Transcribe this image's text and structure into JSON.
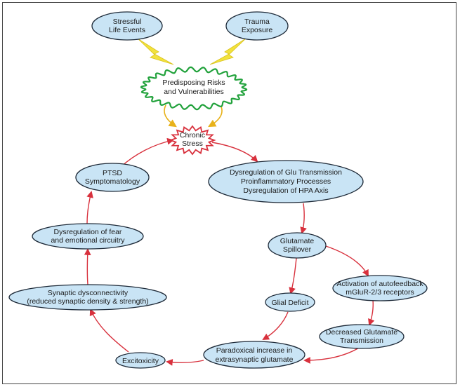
{
  "nodes": {
    "stressful_life_events": [
      "Stressful",
      "Life Events"
    ],
    "trauma_exposure": [
      "Trauma",
      "Exposure"
    ],
    "predisposing": [
      "Predisposing Risks",
      "and Vulnerabilities"
    ],
    "chronic_stress": [
      "Chronic",
      "Stress"
    ],
    "dysregulation_glu": [
      "Dysregulation of Glu Transmission",
      "Proinflammatory Processes",
      "Dysregulation of HPA Axis"
    ],
    "glutamate_spillover": [
      "Glutamate",
      "Spillover"
    ],
    "activation_autofeedback": [
      "Activation of autofeedback",
      "mGluR-2/3 receptors"
    ],
    "glial_deficit": [
      "Glial Deficit"
    ],
    "decreased_glutamate": [
      "Decreased Glutamate",
      "Transmission"
    ],
    "paradoxical_increase": [
      "Paradoxical increase in",
      "extrasynaptic glutamate"
    ],
    "excitoxicity": [
      "Excitoxicity"
    ],
    "synaptic_dysconnectivity": [
      "Synaptic dysconnectivity",
      "(reduced synaptic density & strength)"
    ],
    "dysregulation_fear": [
      "Dysregulation of fear",
      "and emotional circuitry"
    ],
    "ptsd": [
      "PTSD",
      "Symptomatology"
    ]
  },
  "colors": {
    "node_fill": "#c9e4f5",
    "arrow_red": "#d8313d",
    "bolt_yellow": "#f2e23c",
    "wavy_green": "#22a23c",
    "star_red": "#d8313d"
  }
}
